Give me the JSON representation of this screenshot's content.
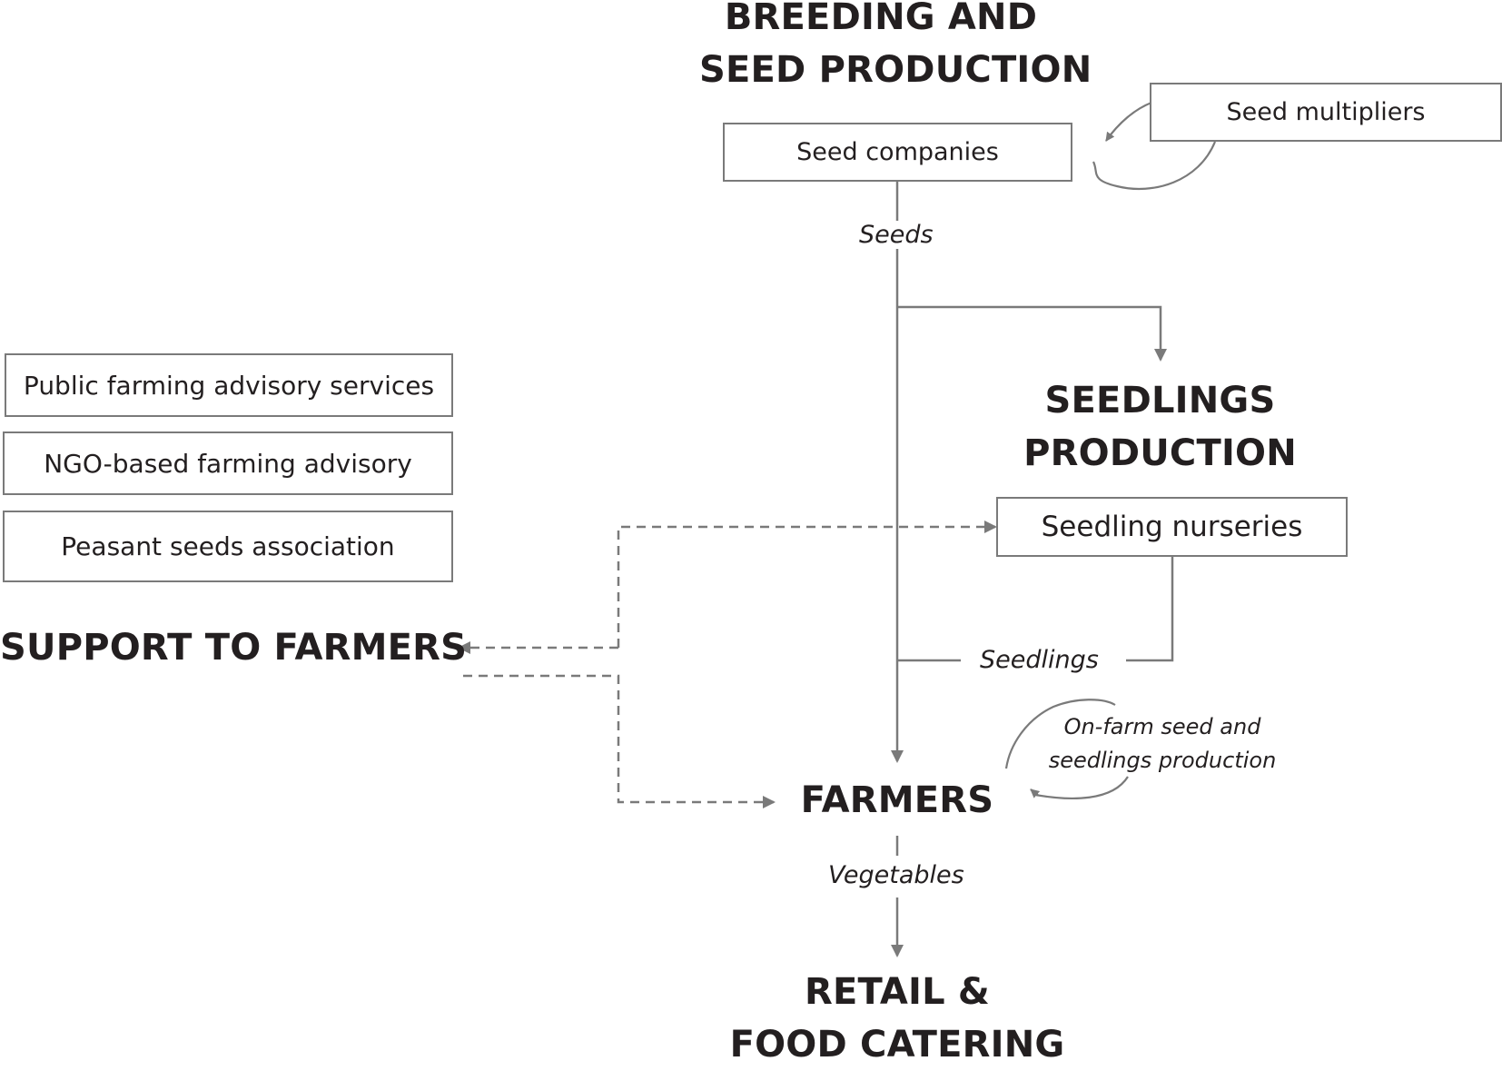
{
  "headings": {
    "breeding": [
      "BREEDING AND",
      "SEED PRODUCTION"
    ],
    "seedlings": [
      "SEEDLINGS",
      "PRODUCTION"
    ],
    "support": "SUPPORT TO FARMERS",
    "farmers": "FARMERS",
    "retail": [
      "RETAIL &",
      "FOOD CATERING"
    ]
  },
  "boxes": {
    "seed_companies": "Seed companies",
    "seed_multipliers": "Seed multipliers",
    "seedling_nurseries": "Seedling nurseries",
    "public_advisory": "Public farming advisory services",
    "ngo_advisory": "NGO-based farming advisory",
    "peasant_seeds": "Peasant seeds association"
  },
  "flows": {
    "seeds": "Seeds",
    "seedlings": "Seedlings",
    "vegetables": "Vegetables"
  },
  "notes": {
    "on_farm": [
      "On-farm seed  and",
      "seedlings production"
    ]
  },
  "colors": {
    "line": "#7a7a7a",
    "text": "#231f20"
  }
}
